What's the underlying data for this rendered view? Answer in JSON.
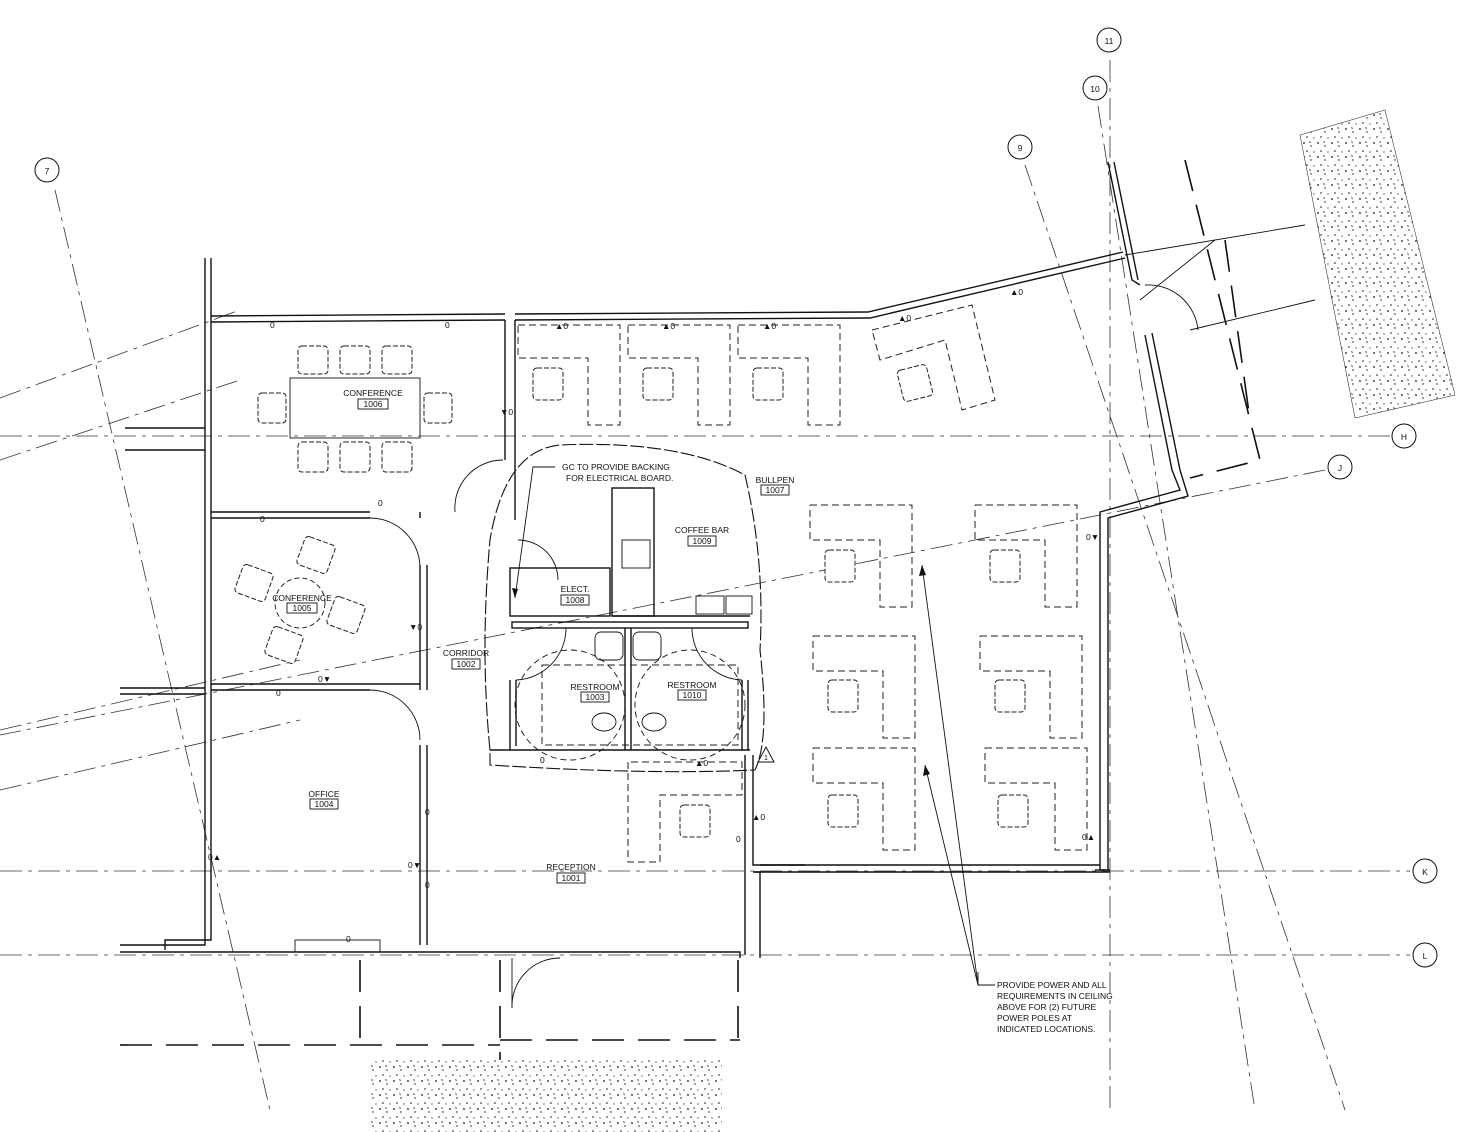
{
  "grid_bubbles": {
    "g7": "7",
    "g9": "9",
    "g10": "10",
    "g11": "11",
    "gH": "H",
    "gJ": "J",
    "gK": "K",
    "gL": "L"
  },
  "rooms": {
    "conference_1006": {
      "name": "CONFERENCE",
      "number": "1006"
    },
    "conference_1005": {
      "name": "CONFERENCE",
      "number": "1005"
    },
    "corridor": {
      "name": "CORRIDOR",
      "number": "1002"
    },
    "office": {
      "name": "OFFICE",
      "number": "1004"
    },
    "reception": {
      "name": "RECEPTION",
      "number": "1001"
    },
    "elect": {
      "name": "ELECT.",
      "number": "1008"
    },
    "coffee_bar": {
      "name": "COFFEE BAR",
      "number": "1009"
    },
    "restroom_1003": {
      "name": "RESTROOM",
      "number": "1003"
    },
    "restroom_1010": {
      "name": "RESTROOM",
      "number": "1010"
    },
    "bullpen": {
      "name": "BULLPEN",
      "number": "1007"
    }
  },
  "notes": {
    "backing": [
      "GC TO PROVIDE BACKING",
      "FOR ELECTRICAL BOARD."
    ],
    "power": [
      "PROVIDE POWER AND ALL",
      "REQUIREMENTS IN CEILING",
      "ABOVE FOR (2) FUTURE",
      "POWER POLES AT",
      "INDICATED LOCATIONS."
    ],
    "revision": "1"
  },
  "colors": {
    "line": "#111111",
    "background": "#ffffff"
  }
}
